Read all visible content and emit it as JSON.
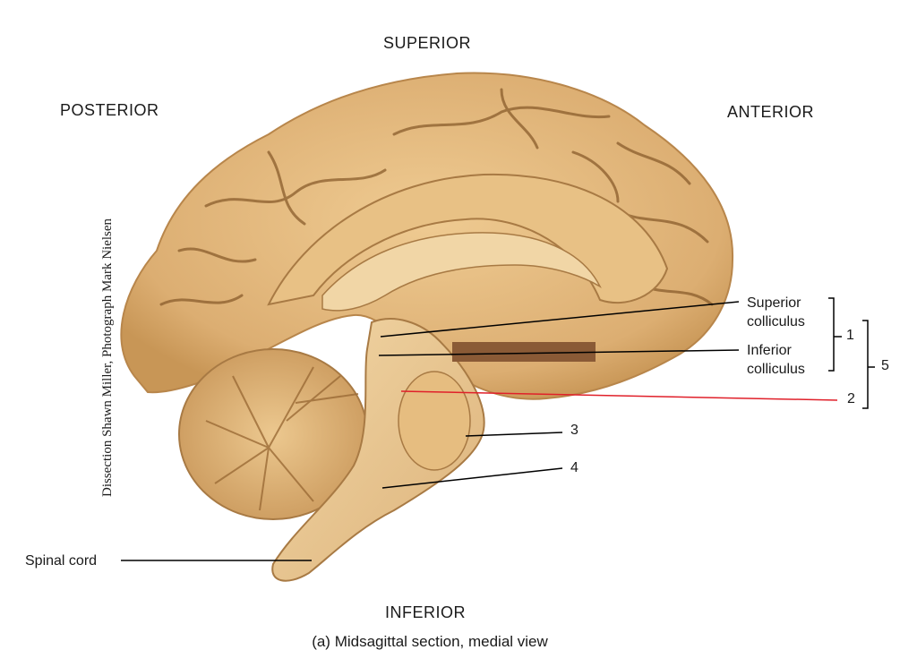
{
  "directions": {
    "superior": "SUPERIOR",
    "posterior": "POSTERIOR",
    "anterior": "ANTERIOR",
    "inferior": "INFERIOR"
  },
  "credit": "Dissection Shawn Miller, Photograph Mark Nielsen",
  "labels": {
    "superior_colliculus_line1": "Superior",
    "superior_colliculus_line2": "colliculus",
    "inferior_colliculus_line1": "Inferior",
    "inferior_colliculus_line2": "colliculus",
    "spinal_cord": "Spinal cord",
    "n1": "1",
    "n2": "2",
    "n3": "3",
    "n4": "4",
    "n5": "5"
  },
  "caption": "(a) Midsagittal section, medial view",
  "colors": {
    "tissue": "#e2b477",
    "tissue_light": "#efcf98",
    "tissue_dark": "#b8864b",
    "sulcus": "#8a5d2c",
    "highlight_line": "#e0202a",
    "redaction": "#8a5a36"
  }
}
